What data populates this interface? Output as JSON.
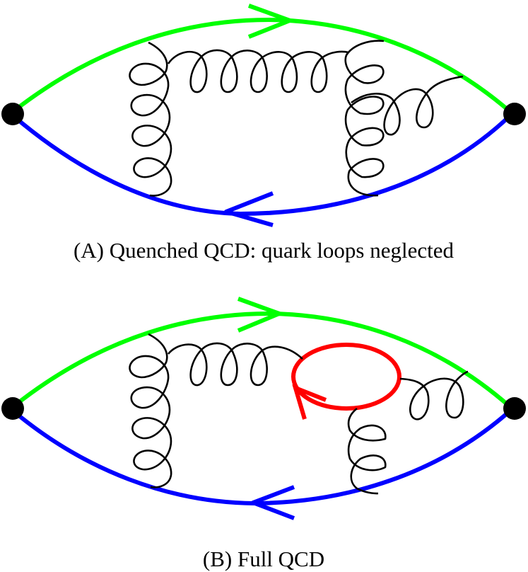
{
  "colors": {
    "quark_top": "#00ff00",
    "quark_bottom": "#0000ff",
    "sea_quark_loop": "#ff0000",
    "gluon": "#000000",
    "vertex": "#000000",
    "background": "#ffffff"
  },
  "diagrams": [
    {
      "id": "A",
      "caption": "(A) Quenched QCD: quark loops neglected",
      "elements": {
        "top_propagator": "green quark line with right-pointing arrow",
        "bottom_propagator": "blue quark line with left-pointing arrow",
        "vertices": [
          "left-vertex",
          "right-vertex"
        ],
        "gluons": [
          "left-vertical-gluon",
          "top-horizontal-gluon",
          "right-vertical-gluon",
          "right-branch-gluon"
        ]
      }
    },
    {
      "id": "B",
      "caption": "(B) Full QCD",
      "elements": {
        "top_propagator": "green quark line with right-pointing arrow",
        "bottom_propagator": "blue quark line with left-pointing arrow",
        "vertices": [
          "left-vertex",
          "right-vertex"
        ],
        "quark_loop": "red sea-quark loop with counter-clockwise arrow",
        "gluons": [
          "left-vertical-gluon",
          "top-horizontal-gluon",
          "loop-to-top-gluon",
          "loop-to-bottom-gluon"
        ]
      }
    }
  ]
}
